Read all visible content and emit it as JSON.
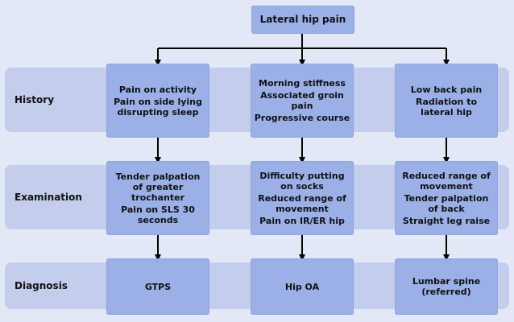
{
  "title": "Lateral hip pain",
  "rows": [
    {
      "label": "History",
      "boxes": [
        {
          "lines": [
            "Pain on activity",
            "Pain on side lying disrupting sleep"
          ]
        },
        {
          "lines": [
            "Morning stiffness",
            "Associated groin pain",
            "Progressive course"
          ]
        },
        {
          "lines": [
            "Low back pain",
            "Radiation to lateral hip"
          ]
        }
      ]
    },
    {
      "label": "Examination",
      "boxes": [
        {
          "lines": [
            "Tender palpation of greater trochanter",
            "Pain on SLS 30 seconds"
          ]
        },
        {
          "lines": [
            "Difficulty putting on socks",
            "Reduced range of movement",
            "Pain on IR/ER hip"
          ]
        },
        {
          "lines": [
            "Reduced range of movement",
            "Tender palpation of back",
            "Straight leg raise"
          ]
        }
      ]
    },
    {
      "label": "Diagnosis",
      "boxes": [
        {
          "lines": [
            "GTPS"
          ]
        },
        {
          "lines": [
            "Hip OA"
          ]
        },
        {
          "lines": [
            "Lumbar spine (referred)"
          ]
        }
      ]
    }
  ]
}
